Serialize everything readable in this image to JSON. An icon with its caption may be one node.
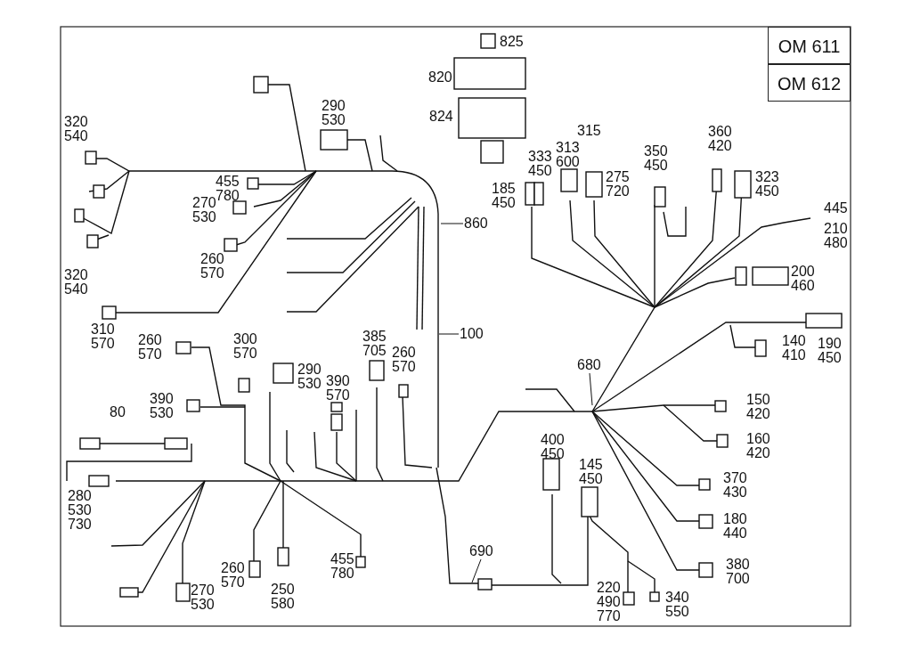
{
  "diagram": {
    "nodes": [
      {
        "text": [
          "860"
        ]
      },
      {
        "text": [
          "100"
        ]
      },
      {
        "text": [
          "680"
        ]
      },
      {
        "text": [
          "690"
        ]
      }
    ],
    "edges": [
      {
        "from": 0,
        "to": null,
        "arrow": "none"
      },
      {
        "from": 1,
        "to": null,
        "arrow": "none"
      },
      {
        "from": 2,
        "to": null,
        "arrow": "none"
      },
      {
        "from": 3,
        "to": null,
        "arrow": "none"
      }
    ],
    "labels": [
      "825",
      "OM 611",
      "820",
      "OM 612",
      "290 530",
      "824",
      "320 540",
      "315",
      "360 420",
      "333 450",
      "313 600",
      "350 450",
      "455 780",
      "275 720",
      "323 450",
      "185 450",
      "270 530",
      "445",
      "210 480",
      "260 570",
      "320 540",
      "200 460",
      "310 570",
      "260 570",
      "300 570",
      "385 705",
      "140 410",
      "190 450",
      "290 530",
      "260 570",
      "390 570",
      "390 530",
      "150 420",
      "80",
      "400 450",
      "160 420",
      "145 450",
      "370 430",
      "280 530 730",
      "180 440",
      "260 570",
      "455 780",
      "380 700",
      "270 530",
      "250 580",
      "220 490 770",
      "340 550"
    ]
  }
}
